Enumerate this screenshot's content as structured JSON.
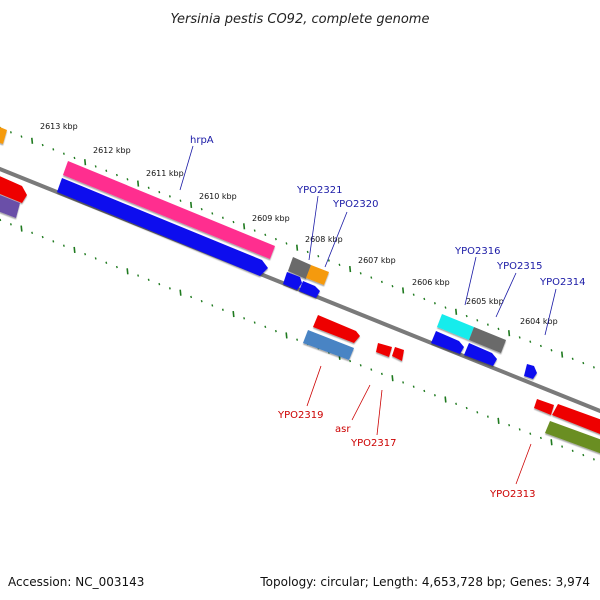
{
  "title": "Yersinia pestis CO92, complete genome",
  "footer": {
    "accession": "Accession: NC_003143",
    "summary": "Topology: circular; Length: 4,653,728 bp; Genes: 3,974"
  },
  "ruler": {
    "ticks": [
      "2613 kbp",
      "2612 kbp",
      "2611 kbp",
      "2610 kbp",
      "2609 kbp",
      "2608 kbp",
      "2607 kbp",
      "2606 kbp",
      "2605 kbp",
      "2604 kbp"
    ]
  },
  "colors": {
    "forward_label": "#1a1aa6",
    "reverse_label": "#cc0000",
    "backbone": "#808080",
    "tick": "#1f7a1f"
  },
  "labels": {
    "hrpA": "hrpA",
    "YPO2321": "YPO2321",
    "YPO2320": "YPO2320",
    "YPO2316": "YPO2316",
    "YPO2315": "YPO2315",
    "YPO2314": "YPO2314",
    "YPO2319": "YPO2319",
    "asr": "asr",
    "YPO2317": "YPO2317",
    "YPO2313": "YPO2313"
  }
}
